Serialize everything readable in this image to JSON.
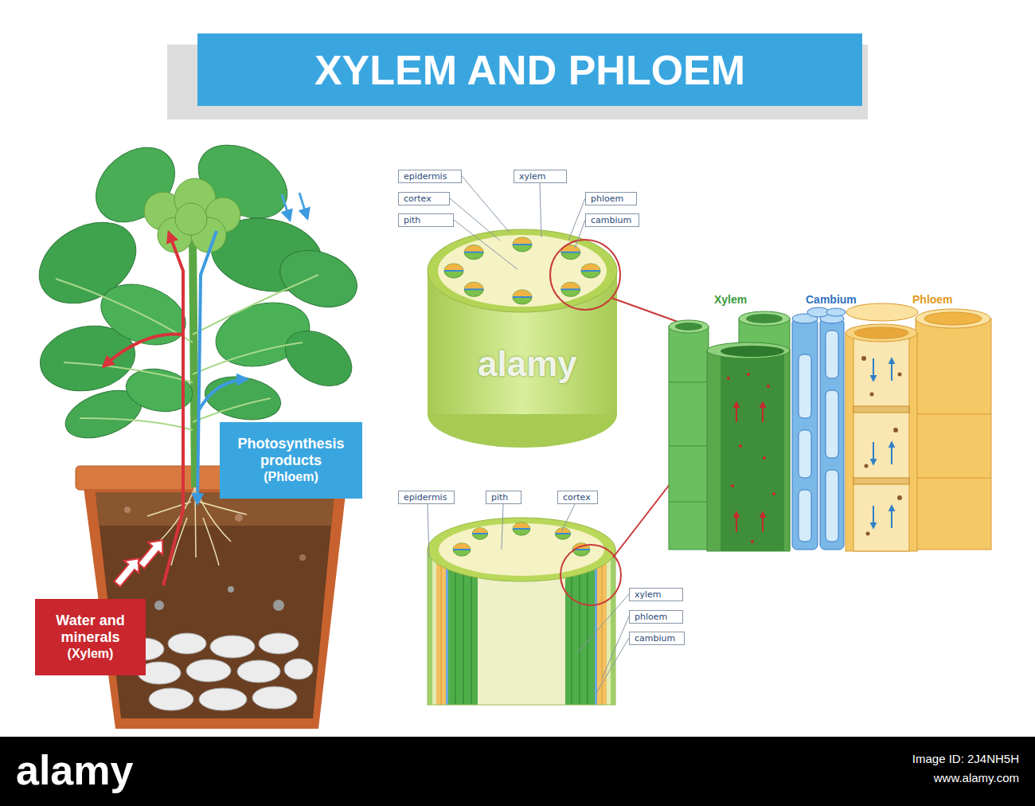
{
  "diagram": {
    "title": "XYLEM AND PHLOEM",
    "nodes": [
      {
        "text": [
          "epidermis"
        ]
      },
      {
        "text": [
          "xylem"
        ]
      },
      {
        "text": [
          "cortex"
        ]
      },
      {
        "text": [
          "phloem"
        ]
      },
      {
        "text": [
          "pith"
        ]
      },
      {
        "text": [
          "cambium"
        ]
      },
      {
        "text": [
          "Photosynthesis products",
          "(Phloem)"
        ]
      },
      {
        "text": [
          "epidermis"
        ]
      },
      {
        "text": [
          "pith"
        ]
      },
      {
        "text": [
          "cortex"
        ]
      },
      {
        "text": [
          "xylem"
        ]
      },
      {
        "text": [
          "phloem"
        ]
      },
      {
        "text": [
          "cambium"
        ]
      },
      {
        "text": [
          "Water and minerals",
          "(Xylem)"
        ]
      }
    ],
    "labels": [
      "Xylem",
      "Cambium",
      "Phloem",
      "alamy",
      "alamy",
      "Image ID: 2J4NH5H",
      "www.alamy.com"
    ]
  }
}
